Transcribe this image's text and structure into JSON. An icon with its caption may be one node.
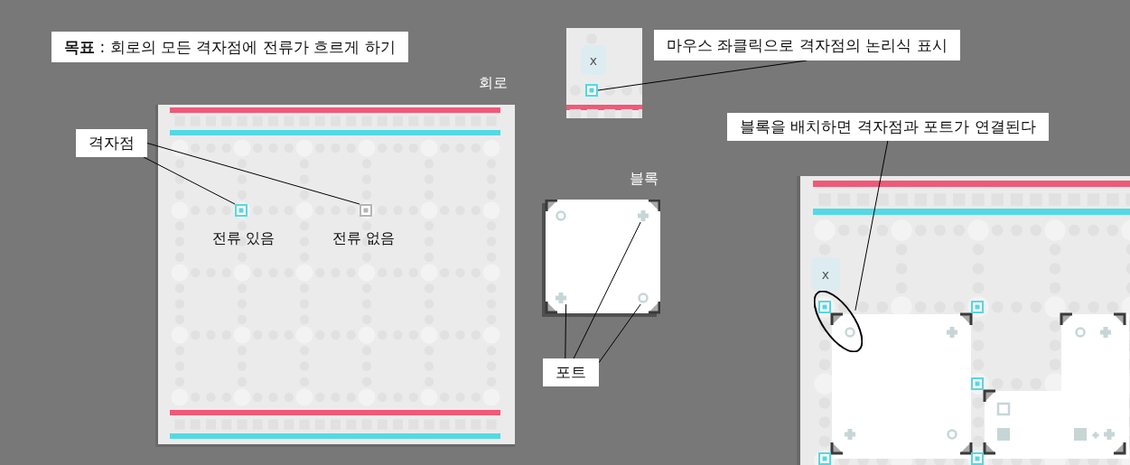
{
  "diagram": {
    "nodes": [
      {
        "text": [
          "**목표** : 회로의 모든 격자점에 전류가 흐르게 하기"
        ]
      },
      {
        "text": [
          "격자점"
        ]
      },
      {
        "text": [],
        "shape": "box",
        "beside": [
          "회로"
        ]
      },
      {
        "text": [],
        "shape": "box",
        "in": 2,
        "beside": [
          "전류 있음"
        ]
      },
      {
        "text": [],
        "shape": "box",
        "in": 2,
        "beside": [
          "전류 없음"
        ]
      },
      {
        "text": [],
        "shape": "box",
        "beside": [
          "블록"
        ]
      },
      {
        "text": [],
        "shape": "cross",
        "in": 5
      },
      {
        "text": [],
        "shape": "cross",
        "in": 5
      },
      {
        "text": [],
        "shape": "circle",
        "in": 5
      },
      {
        "text": [
          "포트"
        ]
      },
      {
        "text": [],
        "shape": "box"
      },
      {
        "text": [],
        "shape": "box",
        "in": 10
      },
      {
        "text": [
          "마우스 좌클릭으로 격자점의 논리식 표시"
        ]
      },
      {
        "text": [
          "블록을 배치하면 격자점과 포트가 연결된다"
        ]
      },
      {
        "text": [],
        "shape": "box"
      },
      {
        "text": [],
        "shape": "ellipse",
        "in": 14
      },
      {
        "text": [],
        "shape": "box",
        "in": 15
      },
      {
        "text": [],
        "shape": "box",
        "in": 14
      },
      {
        "text": [],
        "shape": "box",
        "in": 14
      },
      {
        "text": [],
        "shape": "box",
        "in": 14
      },
      {
        "text": [],
        "shape": "box",
        "in": 14
      }
    ],
    "edges": [
      {
        "from": 1,
        "to": 3,
        "arrow": "none"
      },
      {
        "from": 1,
        "to": 4,
        "arrow": "none"
      },
      {
        "from": 9,
        "to": 7,
        "arrow": "none"
      },
      {
        "from": 9,
        "to": 6,
        "arrow": "none"
      },
      {
        "from": 9,
        "to": 8,
        "arrow": "none"
      },
      {
        "from": 12,
        "to": 11,
        "arrow": "none"
      },
      {
        "from": 13,
        "to": 15,
        "arrow": "none"
      }
    ],
    "labels": [
      "x",
      "x"
    ]
  }
}
